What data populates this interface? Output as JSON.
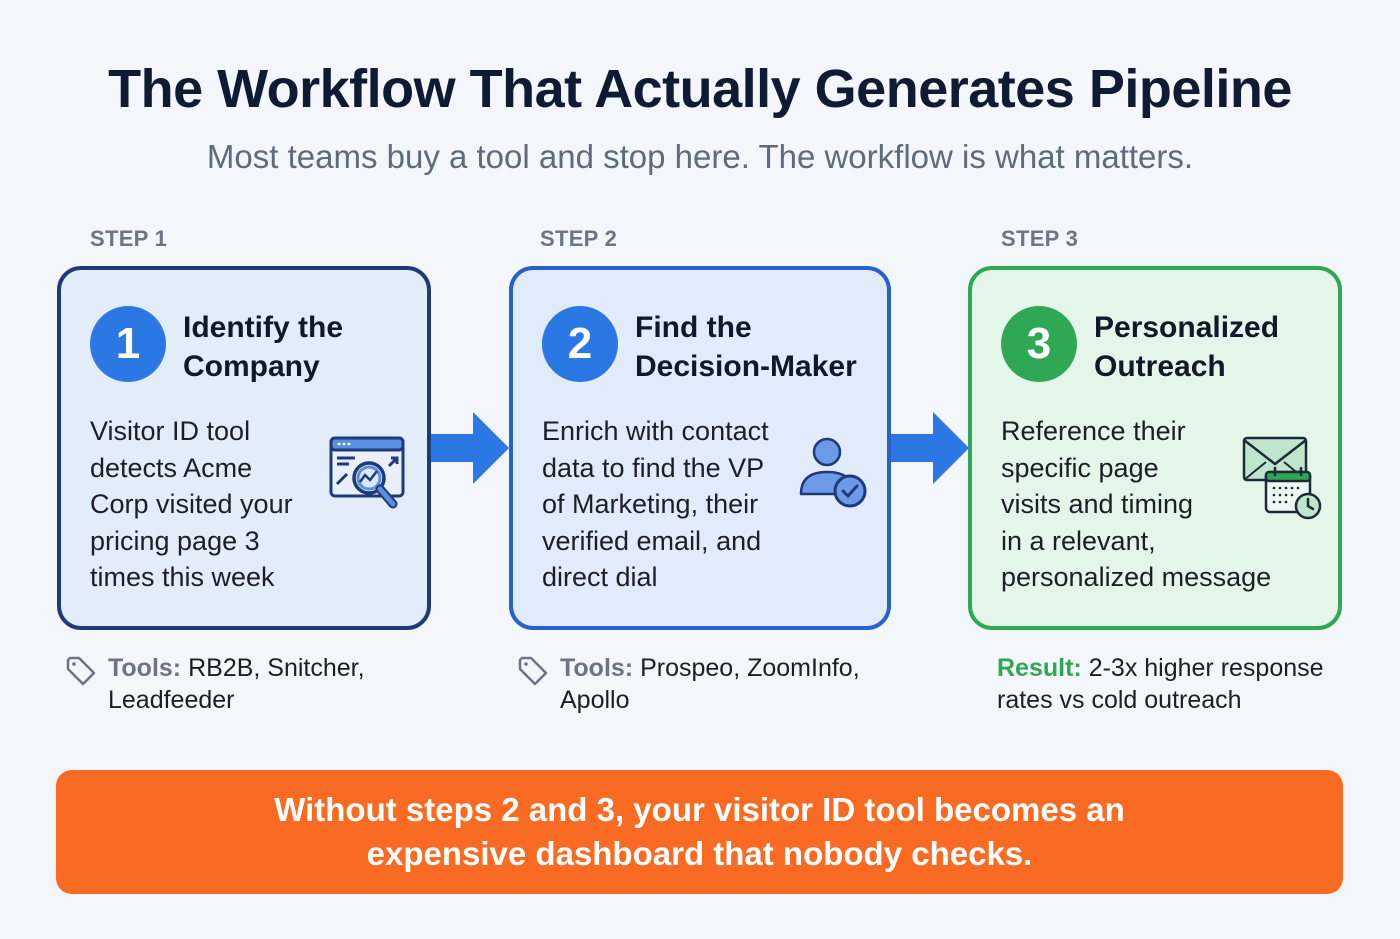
{
  "header": {
    "title": "The Workflow That Actually Generates Pipeline",
    "subtitle": "Most teams buy a tool and stop here. The workflow is what matters."
  },
  "steps": [
    {
      "label": "STEP 1",
      "number": "1",
      "title": "Identify the\nCompany",
      "body": "Visitor ID tool\ndetects Acme\nCorp visited your\npricing page 3\ntimes this week",
      "icon": "browser-analytics-search-icon",
      "footnote_label": "Tools:",
      "footnote_text": "RB2B, Snitcher,\nLeadfeeder",
      "footnote_icon": "tag-icon",
      "accent": "#2b78e4"
    },
    {
      "label": "STEP 2",
      "number": "2",
      "title": "Find the\nDecision-Maker",
      "body": "Enrich with contact\ndata to find the VP\nof Marketing, their\nverified email, and\ndirect dial",
      "icon": "user-verified-icon",
      "footnote_label": "Tools:",
      "footnote_text": "Prospeo, ZoomInfo,\nApollo",
      "footnote_icon": "tag-icon",
      "accent": "#2b78e4"
    },
    {
      "label": "STEP 3",
      "number": "3",
      "title": "Personalized\nOutreach",
      "body": "Reference their\nspecific page\nvisits and timing\nin a relevant,\npersonalized message",
      "icon": "email-calendar-clock-icon",
      "footnote_label": "Result:",
      "footnote_text": "2-3x higher response\nrates vs cold outreach",
      "accent": "#2fa855"
    }
  ],
  "banner": {
    "text": "Without steps 2 and 3, your visitor ID tool becomes an\nexpensive dashboard that nobody checks.",
    "color": "#f96b22"
  },
  "colors": {
    "background": "#f3f6fa",
    "title": "#0f1b33",
    "subtitle": "#5e6b7d",
    "blue": "#2b78e4",
    "navy": "#1e3a7a",
    "green": "#2fa855",
    "orange": "#f96b22"
  }
}
